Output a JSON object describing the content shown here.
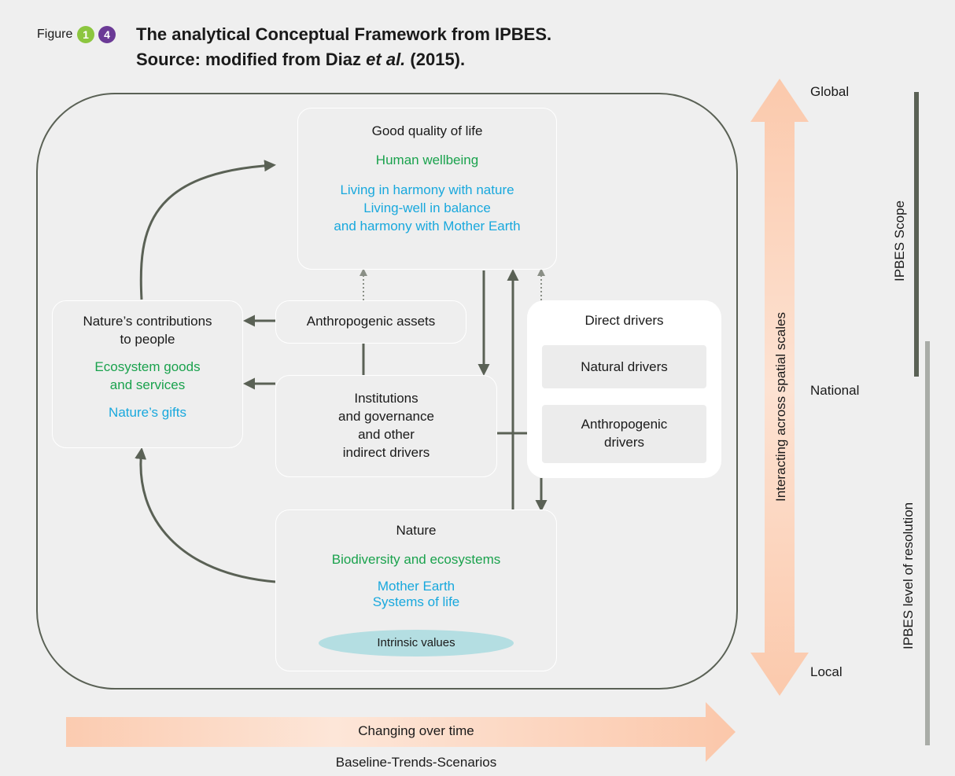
{
  "header": {
    "figure_label": "Figure",
    "badge_1": "1",
    "badge_2": "4",
    "title_line1": "The analytical Conceptual Framework from IPBES.",
    "title_line2_prefix": "Source: modified from Diaz ",
    "title_line2_italic": "et al.",
    "title_line2_suffix": " (2015)."
  },
  "colors": {
    "badge_1": "#8cc63f",
    "badge_2": "#6b3a96",
    "green_text": "#1aa24d",
    "blue_text": "#18a8dd",
    "arrow": "#5a6155"
  },
  "boxes": {
    "quality": {
      "title": "Good quality of life",
      "green": "Human wellbeing",
      "blue1": "Living in harmony with nature",
      "blue2": "Living-well in balance",
      "blue3": "and harmony with Mother Earth"
    },
    "ncp": {
      "line1": "Nature’s contributions",
      "line2": "to people",
      "green1": "Ecosystem goods",
      "green2": "and services",
      "blue": "Nature’s gifts"
    },
    "assets": {
      "label": "Anthropogenic assets"
    },
    "institutions": {
      "line1": "Institutions",
      "line2": "and governance",
      "line3": "and other",
      "line4": "indirect drivers"
    },
    "direct": {
      "title": "Direct drivers",
      "natural": "Natural drivers",
      "anthro1": "Anthropogenic",
      "anthro2": "drivers"
    },
    "nature": {
      "title": "Nature",
      "green": "Biodiversity and ecosystems",
      "blue1": "Mother Earth",
      "blue2": "Systems of life",
      "intrinsic": "Intrinsic values"
    }
  },
  "scales": {
    "global": "Global",
    "national": "National",
    "local": "Local",
    "vertical_arrow": "Interacting across spatial scales",
    "scope": "IPBES Scope",
    "resolution": "IPBES level of resolution"
  },
  "time": {
    "arrow_label": "Changing over time",
    "caption": "Baseline-Trends-Scenarios"
  }
}
